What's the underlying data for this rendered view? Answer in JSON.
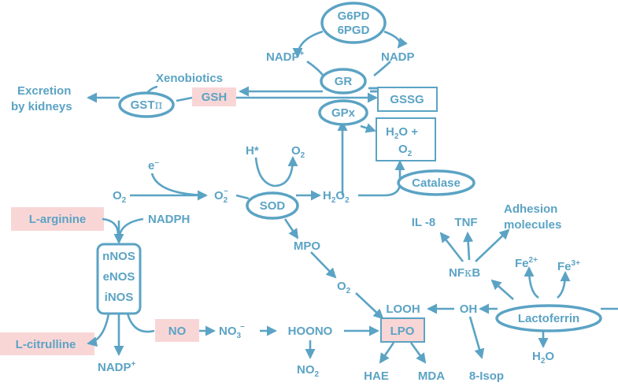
{
  "nodes": {
    "g6pd": "G6PD",
    "pgd": "6PGD",
    "nadp_plus_top": "NADP",
    "nadp_plus_top_sup": "+",
    "nadp_top": "NADP",
    "gr": "GR",
    "xenobiotics": "Xenobiotics",
    "excretion_l1": "Excretion",
    "excretion_l2": "by kidneys",
    "gst": "GST",
    "gst_pi": "π",
    "gsh": "GSH",
    "gssg": "GSSG",
    "gpx": "GPx",
    "h2o_o2_l1_a": "H",
    "h2o_o2_l1_sub": "2",
    "h2o_o2_l1_b": "O +",
    "h2o_o2_l2_a": "O",
    "h2o_o2_l2_sub": "2",
    "catalase": "Catalase",
    "h_star": "H*",
    "o2_top": "O",
    "o2_top_sub": "2",
    "e_minus": "e",
    "e_minus_sup": "–",
    "o2_left": "O",
    "o2_left_sub": "2",
    "superoxide": "O",
    "superoxide_sub": "2",
    "superoxide_sup": "–",
    "sod": "SOD",
    "h2o2": "H",
    "h2o2_sub1": "2",
    "h2o2_mid": "O",
    "h2o2_sub2": "2",
    "l_arginine": "L-arginine",
    "nadph": "NADPH",
    "nnos": "nNOS",
    "enos": "eNOS",
    "inos": "iNOS",
    "l_citrulline": "L-citrulline",
    "nadp_plus_bottom": "NADP",
    "nadp_plus_bottom_sup": "+",
    "no": "NO",
    "no3": "NO",
    "no3_sub": "3",
    "no3_sup": "–",
    "hoono": "HOONO",
    "no2": "NO",
    "no2_sub": "2",
    "mpo": "MPO",
    "o2_mid": "O",
    "o2_mid_sub": "2",
    "looh": "LOOH",
    "lpo": "LPO",
    "hae": "HAE",
    "mda": "MDA",
    "oh": "OH",
    "isop": "8-Isop",
    "lactoferrin": "Lactoferrin",
    "h2o_bottom": "H",
    "h2o_bottom_sub": "2",
    "h2o_bottom_end": "O",
    "il8": "IL -8",
    "tnf": "TNF",
    "adhesion_l1": "Adhesion",
    "adhesion_l2": "molecules",
    "nfkb_a": "NF",
    "nfkb_k": "κ",
    "nfkb_b": "B",
    "fe2": "Fe",
    "fe2_sup": "2+",
    "fe3": "Fe",
    "fe3_sup": "3+"
  },
  "colors": {
    "primary": "#5ba3c4",
    "highlight": "#f9d6d6",
    "background": "#ffffff"
  }
}
